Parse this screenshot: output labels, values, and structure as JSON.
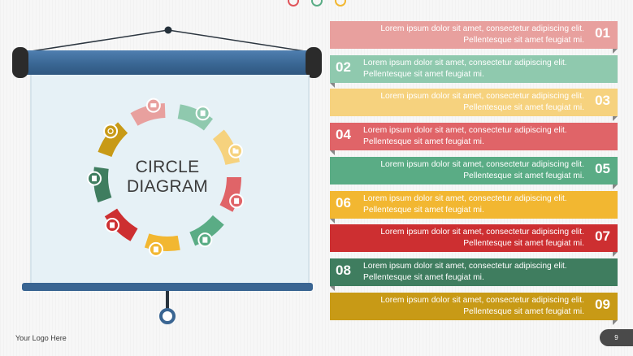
{
  "slide": {
    "diagram_title_line1": "CIRCLE",
    "diagram_title_line2": "DIAGRAM",
    "logo_text": "Your Logo Here",
    "page_number": "9"
  },
  "colors": {
    "accent_1": "#e8a09e",
    "accent_2": "#8fc9ae",
    "accent_3": "#f6d27e",
    "accent_4": "#e06468",
    "accent_5": "#5aac85",
    "accent_6": "#f2b731",
    "accent_7": "#cd2f31",
    "accent_8": "#3f7d5f",
    "accent_9": "#c89a16",
    "screen_frame": "#3a6592"
  },
  "top_dots": [
    {
      "color": "#e0545a"
    },
    {
      "color": "#5aac85"
    },
    {
      "color": "#f2b731"
    }
  ],
  "segments": [
    {
      "color": "#e8a09e",
      "icon": "image-icon"
    },
    {
      "color": "#8fc9ae",
      "icon": "document-icon"
    },
    {
      "color": "#f6d27e",
      "icon": "folder-icon"
    },
    {
      "color": "#e06468",
      "icon": "box-icon"
    },
    {
      "color": "#5aac85",
      "icon": "bookmark-icon"
    },
    {
      "color": "#f2b731",
      "icon": "page-icon"
    },
    {
      "color": "#cd2f31",
      "icon": "inbox-icon"
    },
    {
      "color": "#3f7d5f",
      "icon": "file-icon"
    },
    {
      "color": "#c89a16",
      "icon": "chat-icon"
    }
  ],
  "items": [
    {
      "number": "01",
      "line1": "Lorem ipsum dolor sit amet, consectetur adipiscing elit.",
      "line2": "Pellentesque sit amet feugiat mi.",
      "color": "#e8a09e",
      "side": "right"
    },
    {
      "number": "02",
      "line1": "Lorem ipsum dolor sit amet, consectetur adipiscing elit.",
      "line2": "Pellentesque sit amet feugiat mi.",
      "color": "#8fc9ae",
      "side": "left"
    },
    {
      "number": "03",
      "line1": "Lorem ipsum dolor sit amet, consectetur adipiscing elit.",
      "line2": "Pellentesque sit amet feugiat mi.",
      "color": "#f6d27e",
      "side": "right"
    },
    {
      "number": "04",
      "line1": "Lorem ipsum dolor sit amet, consectetur adipiscing elit.",
      "line2": "Pellentesque sit amet feugiat mi.",
      "color": "#e06468",
      "side": "left"
    },
    {
      "number": "05",
      "line1": "Lorem ipsum dolor sit amet, consectetur adipiscing elit.",
      "line2": "Pellentesque sit amet feugiat mi.",
      "color": "#5aac85",
      "side": "right"
    },
    {
      "number": "06",
      "line1": "Lorem ipsum dolor sit amet, consectetur adipiscing elit.",
      "line2": "Pellentesque sit amet feugiat mi.",
      "color": "#f2b731",
      "side": "left"
    },
    {
      "number": "07",
      "line1": "Lorem ipsum dolor sit amet, consectetur adipiscing elit.",
      "line2": "Pellentesque sit amet feugiat mi.",
      "color": "#cd2f31",
      "side": "right"
    },
    {
      "number": "08",
      "line1": "Lorem ipsum dolor sit amet, consectetur adipiscing elit.",
      "line2": "Pellentesque sit amet feugiat mi.",
      "color": "#3f7d5f",
      "side": "left"
    },
    {
      "number": "09",
      "line1": "Lorem ipsum dolor sit amet, consectetur adipiscing elit.",
      "line2": "Pellentesque sit amet feugiat mi.",
      "color": "#c89a16",
      "side": "right"
    }
  ]
}
